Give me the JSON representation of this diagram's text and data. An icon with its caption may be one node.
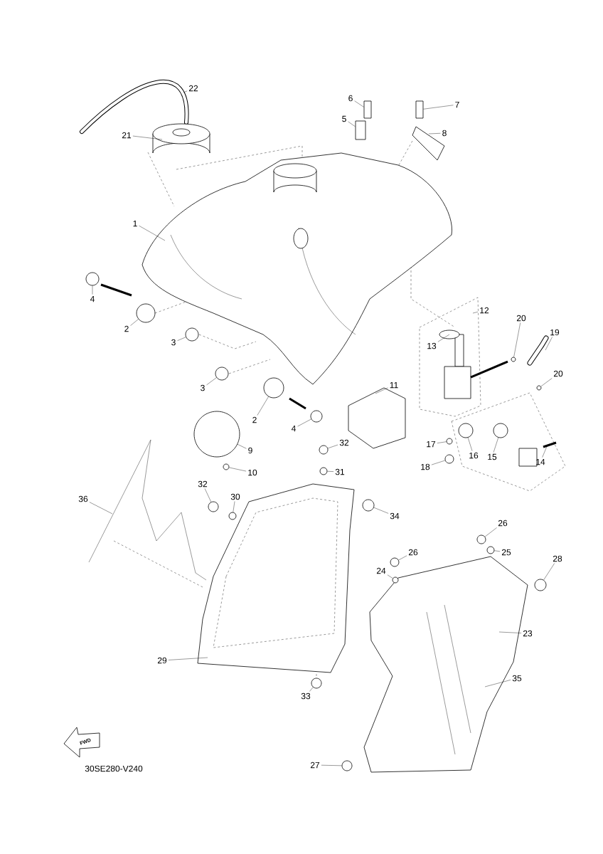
{
  "diagram": {
    "nodes": [
      {
        "text": [
          "1"
        ]
      },
      {
        "text": [
          "22"
        ]
      },
      {
        "text": [
          "6"
        ]
      },
      {
        "text": [
          "7"
        ]
      },
      {
        "text": [
          "8"
        ]
      },
      {
        "text": [
          "5"
        ]
      },
      {
        "text": [
          "21"
        ]
      },
      {
        "text": [
          "4"
        ]
      },
      {
        "text": [
          "2"
        ]
      },
      {
        "text": [
          "3"
        ]
      },
      {
        "text": [
          "3"
        ]
      },
      {
        "text": [
          "2"
        ]
      },
      {
        "text": [
          "4"
        ]
      },
      {
        "text": [
          "9"
        ]
      },
      {
        "text": [
          "10"
        ]
      },
      {
        "text": [
          "11"
        ]
      },
      {
        "text": [
          "12"
        ]
      },
      {
        "text": [
          "13"
        ]
      },
      {
        "text": [
          "20"
        ]
      },
      {
        "text": [
          "19"
        ]
      },
      {
        "text": [
          "20"
        ]
      },
      {
        "text": [
          "16"
        ]
      },
      {
        "text": [
          "15"
        ]
      },
      {
        "text": [
          "14"
        ]
      },
      {
        "text": [
          "17"
        ]
      },
      {
        "text": [
          "18"
        ]
      },
      {
        "text": [
          "32"
        ]
      },
      {
        "text": [
          "31"
        ]
      },
      {
        "text": [
          "32"
        ]
      },
      {
        "text": [
          "30"
        ]
      },
      {
        "text": [
          "36"
        ]
      },
      {
        "text": [
          "34"
        ]
      },
      {
        "text": [
          "26"
        ]
      },
      {
        "text": [
          "26"
        ]
      },
      {
        "text": [
          "25"
        ]
      },
      {
        "text": [
          "24"
        ]
      },
      {
        "text": [
          "28"
        ]
      },
      {
        "text": [
          "23"
        ]
      },
      {
        "text": [
          "35"
        ]
      },
      {
        "text": [
          "29"
        ]
      },
      {
        "text": [
          "33"
        ]
      },
      {
        "text": [
          "27"
        ]
      },
      {
        "text": [],
        "shape": "circle"
      },
      {
        "text": [],
        "shape": "circle"
      },
      {
        "text": [],
        "shape": "circle"
      },
      {
        "text": [],
        "shape": "circle"
      },
      {
        "text": [],
        "shape": "circle"
      },
      {
        "text": [],
        "shape": "circle"
      },
      {
        "text": [],
        "shape": "circle"
      },
      {
        "text": [],
        "shape": "circle"
      },
      {
        "text": [],
        "shape": "circle"
      },
      {
        "text": [],
        "shape": "circle"
      },
      {
        "text": [],
        "shape": "circle"
      },
      {
        "text": [],
        "shape": "circle"
      },
      {
        "text": [],
        "shape": "circle"
      },
      {
        "text": [],
        "shape": "circle"
      },
      {
        "text": [],
        "shape": "circle"
      },
      {
        "text": [],
        "shape": "circle"
      },
      {
        "text": [],
        "shape": "circle"
      },
      {
        "text": [],
        "shape": "circle"
      },
      {
        "text": [],
        "shape": "circle"
      },
      {
        "text": [],
        "shape": "circle"
      },
      {
        "text": [],
        "shape": "circle"
      },
      {
        "text": [],
        "shape": "circle"
      },
      {
        "text": [],
        "shape": "circle"
      },
      {
        "text": [],
        "shape": "circle"
      },
      {
        "text": [],
        "shape": "circle"
      },
      {
        "text": [],
        "shape": "circle"
      },
      {
        "text": [],
        "shape": "box"
      },
      {
        "text": [],
        "shape": "box"
      },
      {
        "text": [],
        "shape": "box"
      }
    ],
    "edges": [
      {
        "from": 0,
        "to": null,
        "arrow": "none"
      },
      {
        "from": 1,
        "to": null,
        "arrow": "none"
      },
      {
        "from": 2,
        "to": 68,
        "arrow": "none"
      },
      {
        "from": 3,
        "to": 69,
        "arrow": "none"
      },
      {
        "from": 4,
        "to": null,
        "arrow": "none"
      },
      {
        "from": 5,
        "to": 70,
        "arrow": "none"
      },
      {
        "from": 6,
        "to": null,
        "arrow": "none"
      },
      {
        "from": 7,
        "to": 42,
        "arrow": "none"
      },
      {
        "from": 8,
        "to": 43,
        "arrow": "none"
      },
      {
        "from": 9,
        "to": 44,
        "arrow": "none"
      },
      {
        "from": 10,
        "to": 45,
        "arrow": "none"
      },
      {
        "from": 11,
        "to": 46,
        "arrow": "none"
      },
      {
        "from": 12,
        "to": 47,
        "arrow": "none"
      },
      {
        "from": 13,
        "to": 48,
        "arrow": "none"
      },
      {
        "from": 14,
        "to": 49,
        "arrow": "none"
      },
      {
        "from": 15,
        "to": null,
        "arrow": "none"
      },
      {
        "from": 16,
        "to": null,
        "arrow": "none"
      },
      {
        "from": 17,
        "to": null,
        "arrow": "none"
      },
      {
        "from": 18,
        "to": 50,
        "arrow": "none"
      },
      {
        "from": 19,
        "to": null,
        "arrow": "none"
      },
      {
        "from": 20,
        "to": 51,
        "arrow": "none"
      },
      {
        "from": 21,
        "to": 52,
        "arrow": "none"
      },
      {
        "from": 22,
        "to": 53,
        "arrow": "none"
      },
      {
        "from": 23,
        "to": null,
        "arrow": "none"
      },
      {
        "from": 24,
        "to": 54,
        "arrow": "none"
      },
      {
        "from": 25,
        "to": 55,
        "arrow": "none"
      },
      {
        "from": 26,
        "to": 56,
        "arrow": "none"
      },
      {
        "from": 27,
        "to": 57,
        "arrow": "none"
      },
      {
        "from": 28,
        "to": 58,
        "arrow": "none"
      },
      {
        "from": 29,
        "to": 59,
        "arrow": "none"
      },
      {
        "from": 30,
        "to": null,
        "arrow": "none"
      },
      {
        "from": 31,
        "to": 60,
        "arrow": "none"
      },
      {
        "from": 32,
        "to": 61,
        "arrow": "none"
      },
      {
        "from": 33,
        "to": 62,
        "arrow": "none"
      },
      {
        "from": 34,
        "to": 63,
        "arrow": "none"
      },
      {
        "from": 35,
        "to": 64,
        "arrow": "none"
      },
      {
        "from": 36,
        "to": 65,
        "arrow": "none"
      },
      {
        "from": 37,
        "to": null,
        "arrow": "none"
      },
      {
        "from": 38,
        "to": null,
        "arrow": "none"
      },
      {
        "from": 39,
        "to": null,
        "arrow": "none"
      },
      {
        "from": 40,
        "to": 66,
        "arrow": "none"
      },
      {
        "from": 41,
        "to": 67,
        "arrow": "none"
      }
    ],
    "labels": [
      "FWD",
      "30SE280-V240"
    ]
  }
}
